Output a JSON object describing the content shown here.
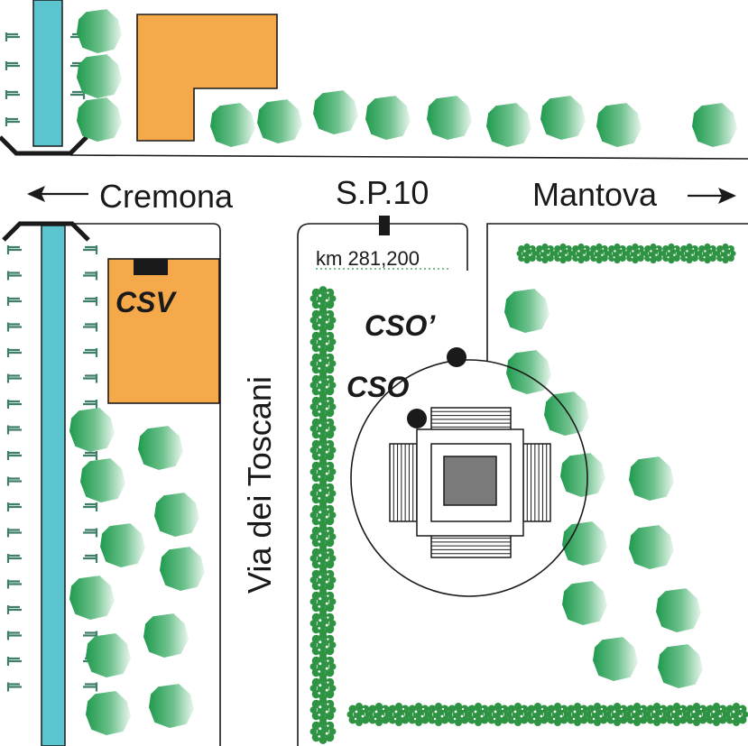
{
  "labels": {
    "cremona": "Cremona",
    "sp10": "S.P.10",
    "mantova": "Mantova",
    "km_marker": "km 281,200",
    "csv": "CSV",
    "cso_prime": "CSO’",
    "cso": "CSO",
    "via_toscani": "Via dei Toscani"
  },
  "colors": {
    "building": "#F5A94A",
    "canal": "#5BC4CF",
    "tree_dark": "#1F9A4E",
    "tree_light": "#E8F5EC",
    "hedge": "#2E9444",
    "grass_marks": "#3F7F6A",
    "station_dot": "#1a1a1a",
    "monument_core": "#7A7A7A"
  },
  "icons": {
    "left_arrow": "arrow-left-icon",
    "right_arrow": "arrow-right-icon",
    "tree": "tree-icon",
    "hedge_shrub": "shrub-icon",
    "grass_tuft": "grass-tuft-icon"
  }
}
